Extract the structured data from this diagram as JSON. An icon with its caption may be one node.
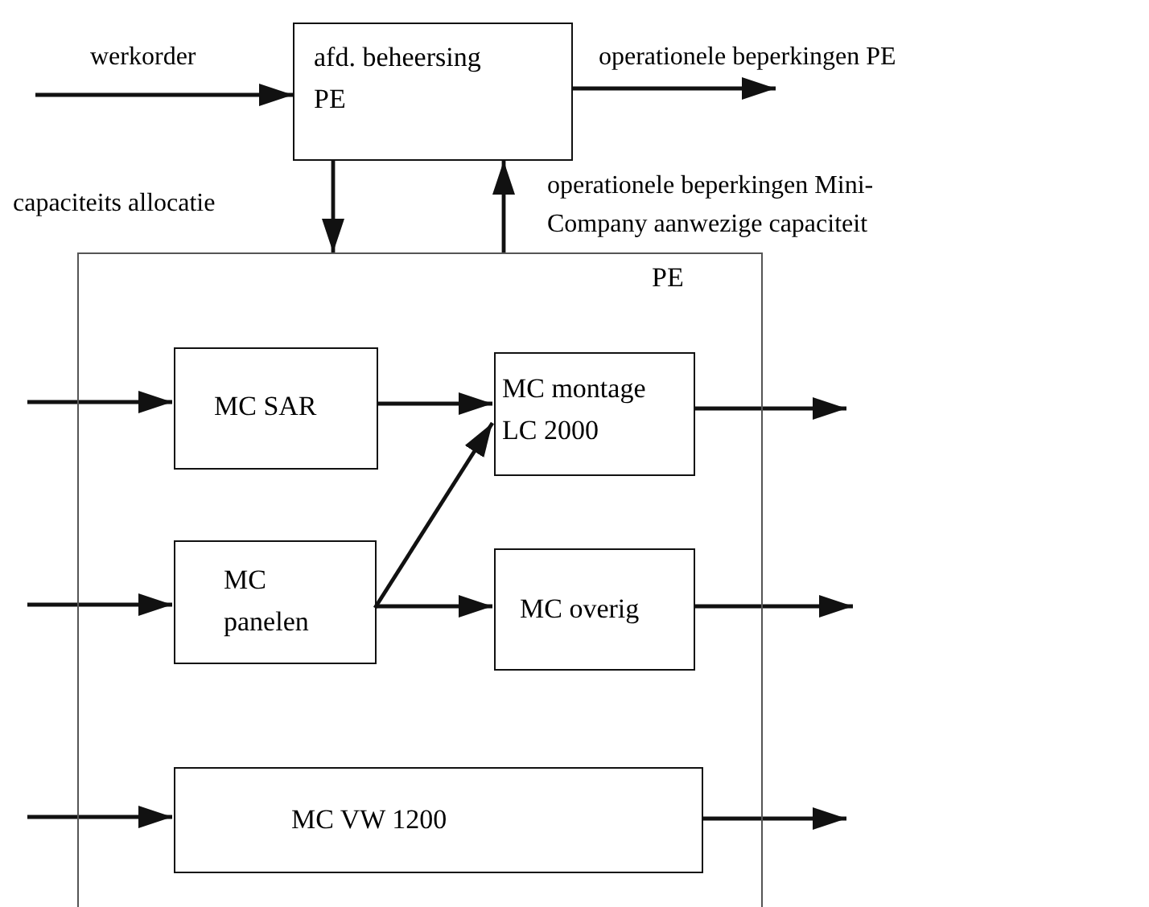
{
  "diagram": {
    "nodes": [
      {
        "text": [
          "afd. beheersing PE"
        ]
      },
      {
        "text": [
          "PE"
        ]
      },
      {
        "text": [
          "MC SAR"
        ],
        "in": 1
      },
      {
        "text": [
          "MC montage LC 2000"
        ],
        "in": 1
      },
      {
        "text": [
          "MC panelen"
        ],
        "in": 1
      },
      {
        "text": [
          "MC overig"
        ],
        "in": 1
      },
      {
        "text": [
          "MC VW 1200"
        ],
        "in": 1
      }
    ],
    "edges": [
      {
        "from": null,
        "to": 0,
        "arrow": "to",
        "label": "werkorder"
      },
      {
        "from": 0,
        "to": null,
        "arrow": "to",
        "label": "operationele beperkingen PE"
      },
      {
        "from": 0,
        "to": 1,
        "arrow": "to",
        "label": "capaciteits allocatie"
      },
      {
        "from": 1,
        "to": 0,
        "arrow": "to",
        "label": "operationele beperkingen Mini-Company aanwezige capaciteit"
      },
      {
        "from": null,
        "to": 2,
        "arrow": "to"
      },
      {
        "from": 2,
        "to": 3,
        "arrow": "to"
      },
      {
        "from": 4,
        "to": 3,
        "arrow": "to"
      },
      {
        "from": 3,
        "to": null,
        "arrow": "to"
      },
      {
        "from": null,
        "to": 4,
        "arrow": "to"
      },
      {
        "from": 4,
        "to": 5,
        "arrow": "to"
      },
      {
        "from": 5,
        "to": null,
        "arrow": "to"
      },
      {
        "from": null,
        "to": 6,
        "arrow": "to"
      },
      {
        "from": 6,
        "to": null,
        "arrow": "to"
      }
    ]
  }
}
